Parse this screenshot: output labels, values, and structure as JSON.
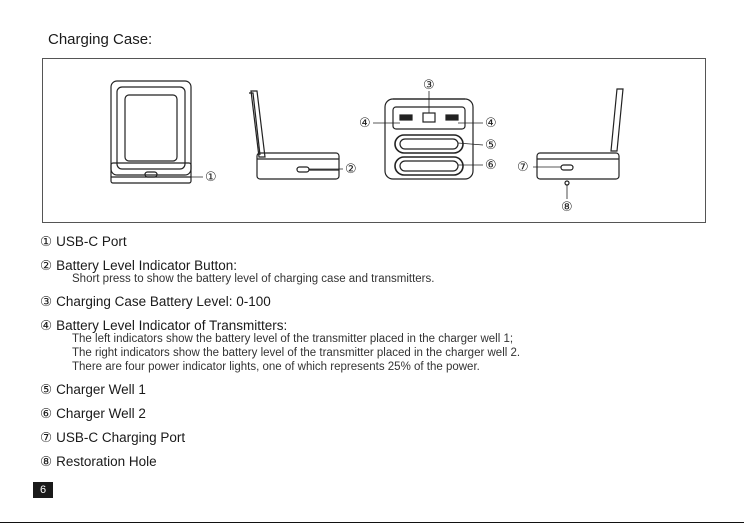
{
  "page": {
    "title": "Charging Case:",
    "page_number": "6"
  },
  "callouts": {
    "c1": "①",
    "c2": "②",
    "c3": "③",
    "c4": "④",
    "c4b": "④",
    "c5": "⑤",
    "c6": "⑥",
    "c7": "⑦",
    "c8": "⑧"
  },
  "legend": [
    {
      "num": "①",
      "label": "USB-C Port"
    },
    {
      "num": "②",
      "label": "Battery Level Indicator Button:",
      "desc": [
        "Short press to show the battery level of charging case and transmitters."
      ]
    },
    {
      "num": "③",
      "label": "Charging Case Battery Level: 0-100"
    },
    {
      "num": "④",
      "label": "Battery Level Indicator of Transmitters:",
      "desc": [
        "The left indicators show the battery level of the transmitter placed in the charger well 1;",
        "The right indicators show the battery level of the transmitter placed in the charger well 2.",
        "There are four power indicator lights, one of which represents 25% of the power."
      ]
    },
    {
      "num": "⑤",
      "label": "Charger Well 1"
    },
    {
      "num": "⑥",
      "label": "Charger Well 2"
    },
    {
      "num": "⑦",
      "label": "USB-C Charging Port"
    },
    {
      "num": "⑧",
      "label": "Restoration Hole"
    }
  ]
}
